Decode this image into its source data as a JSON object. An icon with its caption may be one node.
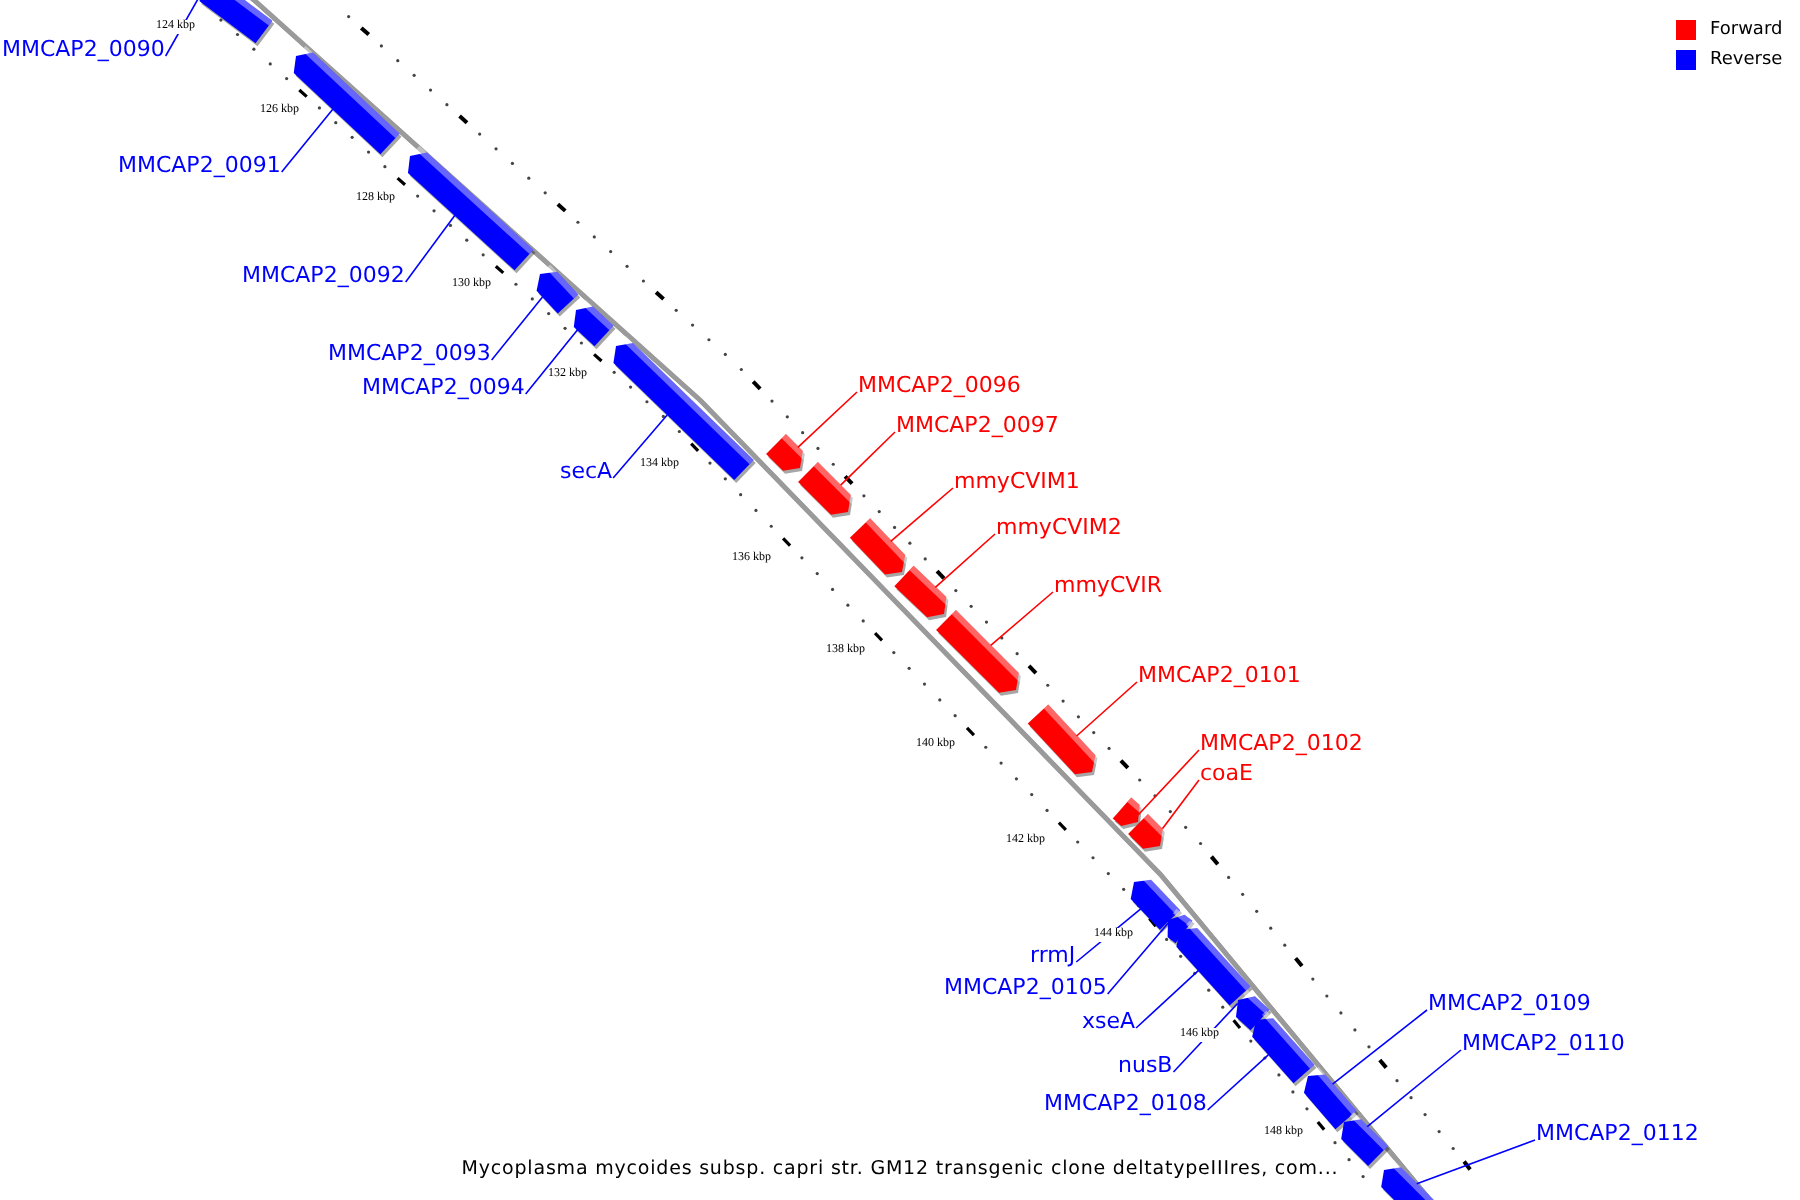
{
  "diagram": {
    "caption": "Mycoplasma mycoides subsp. capri str. GM12 transgenic clone deltatypeIIIres, com...",
    "nodes": [
      {
        "text": [
          "MMCAP2_0090"
        ]
      },
      {
        "text": [],
        "shape": "bar"
      },
      {
        "text": [
          "MMCAP2_0091"
        ]
      },
      {
        "text": [],
        "shape": "bar"
      },
      {
        "text": [
          "MMCAP2_0092"
        ]
      },
      {
        "text": [],
        "shape": "bar"
      },
      {
        "text": [
          "MMCAP2_0093"
        ]
      },
      {
        "text": [],
        "shape": "bar"
      },
      {
        "text": [
          "MMCAP2_0094"
        ]
      },
      {
        "text": [],
        "shape": "bar"
      },
      {
        "text": [
          "secA"
        ]
      },
      {
        "text": [],
        "shape": "bar"
      },
      {
        "text": [
          "MMCAP2_0096"
        ]
      },
      {
        "text": [],
        "shape": "bar"
      },
      {
        "text": [
          "MMCAP2_0097"
        ]
      },
      {
        "text": [],
        "shape": "bar"
      },
      {
        "text": [
          "mmyCVIM1"
        ]
      },
      {
        "text": [],
        "shape": "bar"
      },
      {
        "text": [
          "mmyCVIM2"
        ]
      },
      {
        "text": [],
        "shape": "bar"
      },
      {
        "text": [
          "mmyCVIR"
        ]
      },
      {
        "text": [],
        "shape": "bar"
      },
      {
        "text": [
          "MMCAP2_0101"
        ]
      },
      {
        "text": [],
        "shape": "bar"
      },
      {
        "text": [
          "MMCAP2_0102"
        ]
      },
      {
        "text": [],
        "shape": "bar"
      },
      {
        "text": [
          "coaE"
        ]
      },
      {
        "text": [],
        "shape": "bar"
      },
      {
        "text": [
          "rrmJ"
        ]
      },
      {
        "text": [],
        "shape": "bar"
      },
      {
        "text": [
          "MMCAP2_0105"
        ]
      },
      {
        "text": [],
        "shape": "bar"
      },
      {
        "text": [
          "xseA"
        ]
      },
      {
        "text": [],
        "shape": "bar"
      },
      {
        "text": [
          "nusB"
        ]
      },
      {
        "text": [],
        "shape": "bar"
      },
      {
        "text": [
          "MMCAP2_0108"
        ]
      },
      {
        "text": [],
        "shape": "bar"
      },
      {
        "text": [],
        "shape": "bar"
      },
      {
        "text": [],
        "shape": "bar"
      },
      {
        "text": [],
        "shape": "bar"
      },
      {
        "text": [
          "MMCAP2_0109"
        ]
      },
      {
        "text": [
          "MMCAP2_0110"
        ]
      },
      {
        "text": [
          "MMCAP2_0112"
        ]
      }
    ],
    "edges": [
      {
        "from": 0,
        "to": 1,
        "arrow": "none"
      },
      {
        "from": 2,
        "to": 3,
        "arrow": "none"
      },
      {
        "from": 4,
        "to": 5,
        "arrow": "none"
      },
      {
        "from": 6,
        "to": 7,
        "arrow": "none"
      },
      {
        "from": 8,
        "to": 9,
        "arrow": "none"
      },
      {
        "from": 10,
        "to": 11,
        "arrow": "none"
      },
      {
        "from": 12,
        "to": 13,
        "arrow": "none",
        "color": "#ff0000"
      },
      {
        "from": 14,
        "to": 15,
        "arrow": "none",
        "color": "#ff0000"
      },
      {
        "from": 16,
        "to": 17,
        "arrow": "none",
        "color": "#ff0000"
      },
      {
        "from": 18,
        "to": 19,
        "arrow": "none",
        "color": "#ff0000"
      },
      {
        "from": 20,
        "to": 21,
        "arrow": "none",
        "color": "#ff0000"
      },
      {
        "from": 22,
        "to": 23,
        "arrow": "none",
        "color": "#ff0000"
      },
      {
        "from": 24,
        "to": 25,
        "arrow": "none",
        "color": "#ff0000"
      },
      {
        "from": 26,
        "to": 27,
        "arrow": "none",
        "color": "#ff0000"
      },
      {
        "from": 28,
        "to": 29,
        "arrow": "none"
      },
      {
        "from": 30,
        "to": 31,
        "arrow": "none"
      },
      {
        "from": 32,
        "to": 33,
        "arrow": "none"
      },
      {
        "from": 34,
        "to": 35,
        "arrow": "none"
      },
      {
        "from": 36,
        "to": 37,
        "arrow": "none"
      },
      {
        "from": 41,
        "to": 38,
        "arrow": "none"
      },
      {
        "from": 42,
        "to": 39,
        "arrow": "none"
      },
      {
        "from": 43,
        "to": 40,
        "arrow": "none"
      }
    ],
    "labels": [
      "124 kbp",
      "126 kbp",
      "128 kbp",
      "130 kbp",
      "132 kbp",
      "134 kbp",
      "136 kbp",
      "138 kbp",
      "140 kbp",
      "142 kbp",
      "144 kbp",
      "146 kbp",
      "148 kbp"
    ],
    "legend": [
      {
        "text": "Forward",
        "color": "#ff0000"
      },
      {
        "text": "Reverse",
        "color": "#0000ff"
      }
    ]
  }
}
